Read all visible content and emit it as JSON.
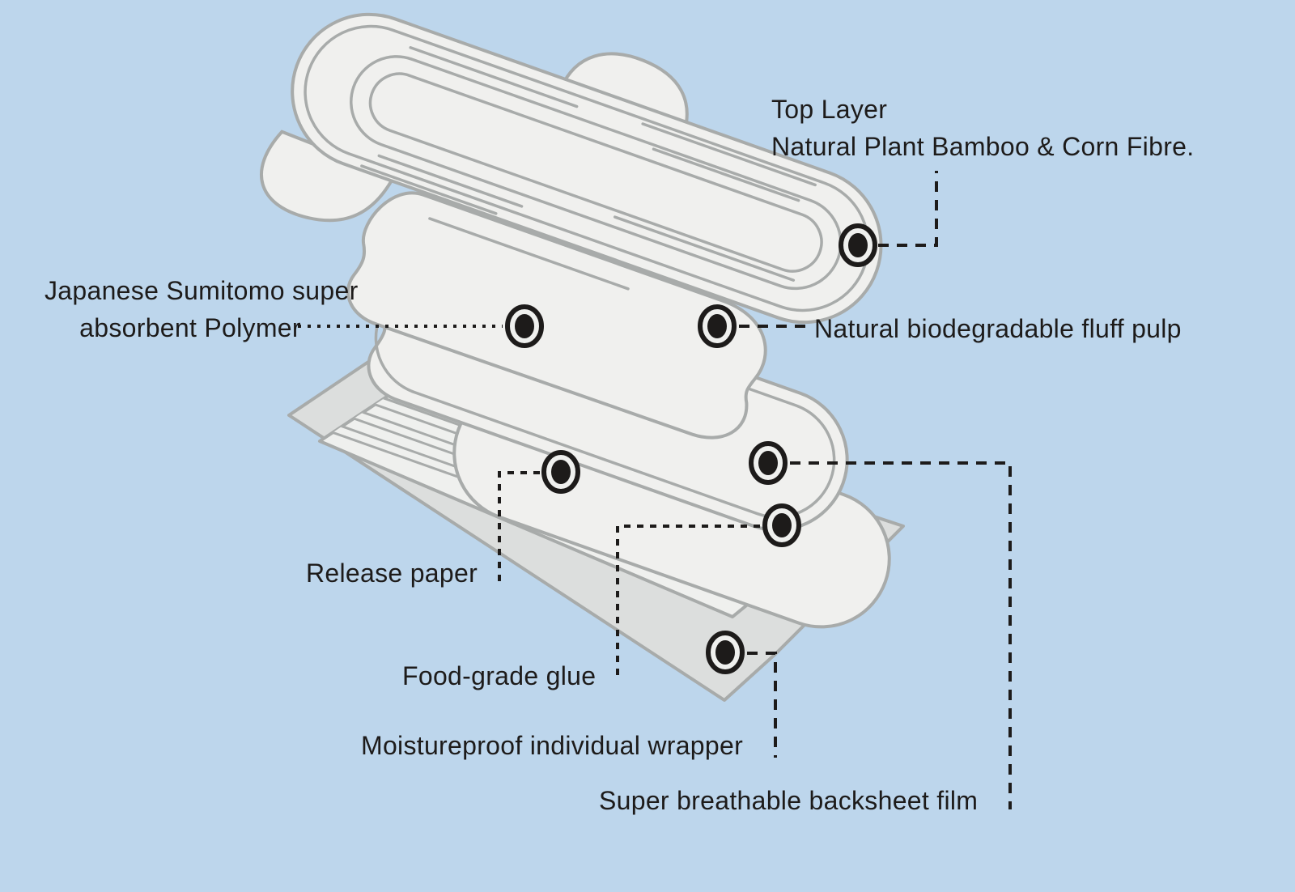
{
  "colors": {
    "background": "#bdd6ec",
    "ink": "#1d1b1a",
    "pad_fill": "#f0f0ee",
    "pad_stroke": "#a8abaa",
    "wrapper_fill": "#dcdedd",
    "sheet_fill": "#eff0ee"
  },
  "labels": {
    "top_layer": {
      "line1": "Top Layer",
      "line2": "Natural Plant Bamboo & Corn Fibre."
    },
    "sap": {
      "line1": "Japanese Sumitomo super",
      "line2": "absorbent Polymer"
    },
    "fluff_pulp": {
      "text": "Natural biodegradable fluff pulp"
    },
    "release_paper": {
      "text": "Release paper"
    },
    "food_grade_glue": {
      "text": "Food-grade glue"
    },
    "wrapper": {
      "text": "Moistureproof individual wrapper"
    },
    "backsheet": {
      "text": "Super breathable backsheet film"
    }
  },
  "markers": [
    {
      "id": "top-layer",
      "label": "Top Layer"
    },
    {
      "id": "sap",
      "label": "Japanese Sumitomo super absorbent Polymer"
    },
    {
      "id": "fluff-pulp",
      "label": "Natural biodegradable fluff pulp"
    },
    {
      "id": "release-paper",
      "label": "Release paper"
    },
    {
      "id": "backsheet-film",
      "label": "Super breathable backsheet film"
    },
    {
      "id": "food-grade-glue",
      "label": "Food-grade glue"
    },
    {
      "id": "wrapper",
      "label": "Moistureproof individual wrapper"
    }
  ]
}
